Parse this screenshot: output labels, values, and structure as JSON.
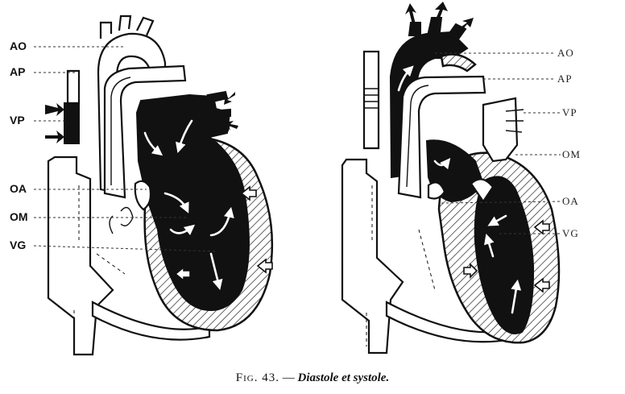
{
  "left_figure": {
    "labels": [
      "AO",
      "AP",
      "VP",
      "OA",
      "OM",
      "VG"
    ]
  },
  "right_figure": {
    "labels": [
      "AO",
      "AP",
      "VP",
      "OM",
      "OA",
      "VG"
    ]
  },
  "caption": {
    "figure_number": "Fig. 43.",
    "dash": "—",
    "title": "Diastole et systole."
  },
  "colors": {
    "ink": "#111111",
    "paper": "#ffffff"
  }
}
